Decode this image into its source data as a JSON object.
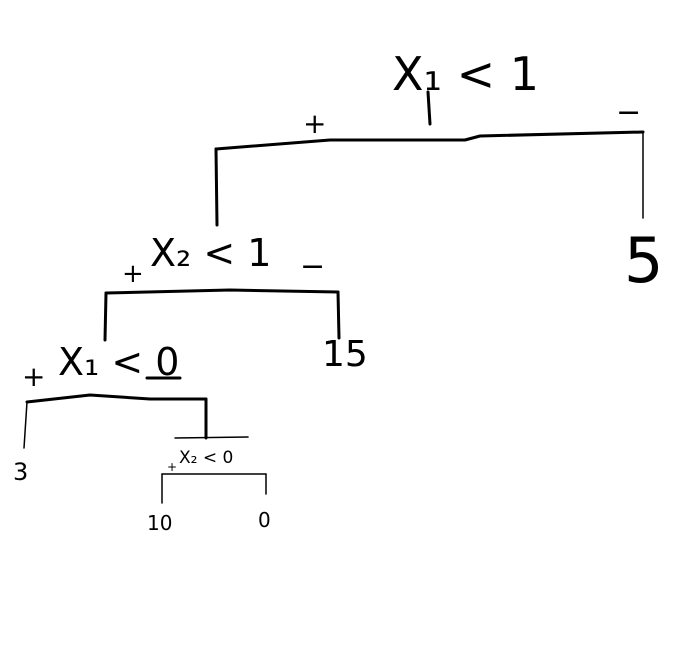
{
  "tree": {
    "root": {
      "label": "X₁ < 1",
      "yes_sign": "+",
      "no_sign": "−",
      "no_leaf": "5"
    },
    "node_2": {
      "label": "X₂ < 1",
      "yes_sign": "+",
      "no_sign": "−",
      "no_leaf": "15"
    },
    "node_3": {
      "label": "X₁ < 0",
      "yes_sign": "+",
      "yes_leaf": "3"
    },
    "node_4": {
      "label": "X₂ < 0",
      "yes_sign": "+",
      "yes_leaf": "10",
      "no_leaf": "0"
    }
  }
}
